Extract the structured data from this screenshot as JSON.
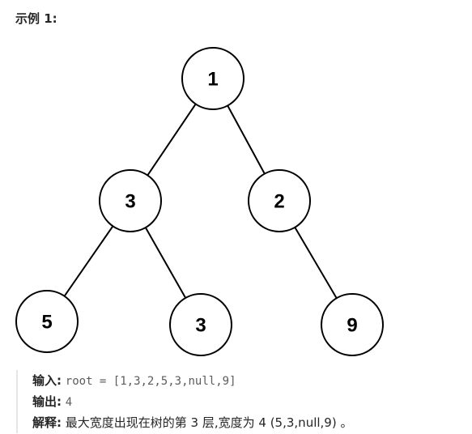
{
  "example": {
    "title": "示例 1:"
  },
  "tree": {
    "nodes": [
      {
        "id": "n1",
        "value": "1"
      },
      {
        "id": "n2",
        "value": "3"
      },
      {
        "id": "n3",
        "value": "2"
      },
      {
        "id": "n4",
        "value": "5"
      },
      {
        "id": "n5",
        "value": "3"
      },
      {
        "id": "n6",
        "value": "9"
      }
    ],
    "edges": [
      [
        "n1",
        "n2"
      ],
      [
        "n1",
        "n3"
      ],
      [
        "n2",
        "n4"
      ],
      [
        "n2",
        "n5"
      ],
      [
        "n3",
        "n6"
      ]
    ]
  },
  "io": {
    "input_label": "输入:",
    "input_value": "root = [1,3,2,5,3,null,9]",
    "output_label": "输出:",
    "output_value": "4",
    "explain_label": "解释:",
    "explain_value": "最大宽度出现在树的第 3 层,宽度为 4 (5,3,null,9) 。"
  }
}
